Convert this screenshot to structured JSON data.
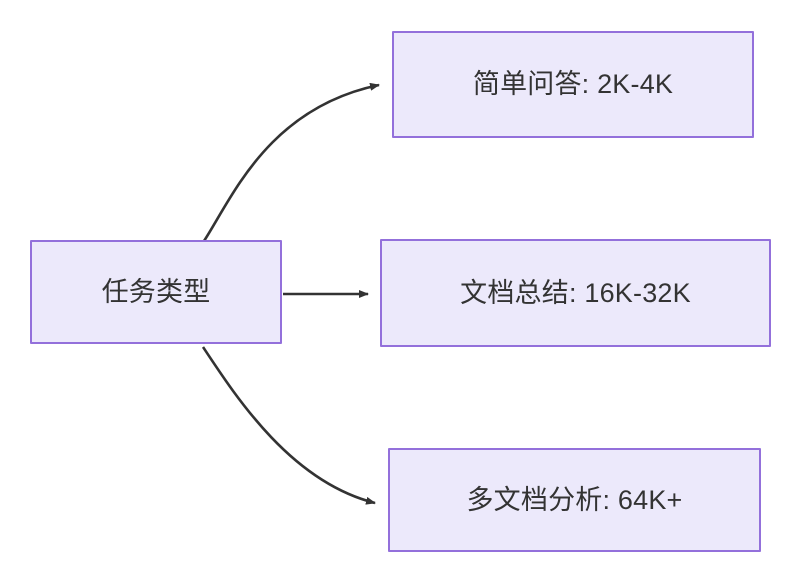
{
  "diagram": {
    "type": "flowchart",
    "direction": "left-to-right",
    "background_color": "#ffffff",
    "node_fill_color": "#ece9fb",
    "node_border_color": "#9370db",
    "node_text_color": "#333333",
    "edge_color": "#333333",
    "root": {
      "label": "任务类型"
    },
    "branches": [
      {
        "label": "简单问答: 2K-4K"
      },
      {
        "label": "文档总结: 16K-32K"
      },
      {
        "label": "多文档分析: 64K+"
      }
    ],
    "edges": [
      {
        "from": "任务类型",
        "to": "简单问答: 2K-4K",
        "style": "curved",
        "arrow": "single"
      },
      {
        "from": "任务类型",
        "to": "文档总结: 16K-32K",
        "style": "straight",
        "arrow": "single"
      },
      {
        "from": "任务类型",
        "to": "多文档分析: 64K+",
        "style": "curved",
        "arrow": "single"
      }
    ]
  }
}
